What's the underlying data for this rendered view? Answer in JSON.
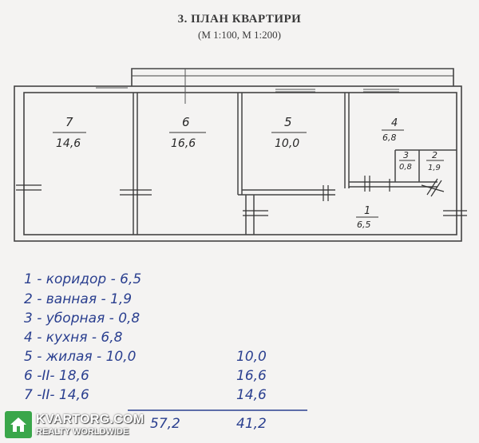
{
  "document": {
    "title": "3. ПЛАН КВАРТИРИ",
    "scale": "(М 1:100, М 1:200)"
  },
  "rooms": [
    {
      "number": "7",
      "area": "14,6"
    },
    {
      "number": "6",
      "area": "16,6"
    },
    {
      "number": "5",
      "area": "10,0"
    },
    {
      "number": "4",
      "area": "6,8"
    },
    {
      "number": "3",
      "area": "0,8"
    },
    {
      "number": "2",
      "area": "1,9"
    },
    {
      "number": "1",
      "area": "6,5"
    }
  ],
  "legend": [
    "1 - коридор - 6,5",
    "2 - ванная - 1,9",
    "3 - уборная - 0,8",
    "4 - кухня - 6,8",
    "5 - жилая - 10,0",
    "6 -II- 18,6",
    "7 -II- 14,6"
  ],
  "legend_extra": [
    "10,0",
    "16,6",
    "14,6"
  ],
  "totals": {
    "total": "57,2",
    "living": "41,2"
  },
  "watermark": {
    "brand": "KVARTORG.COM",
    "tagline": "REALTY WORLDWIDE"
  }
}
